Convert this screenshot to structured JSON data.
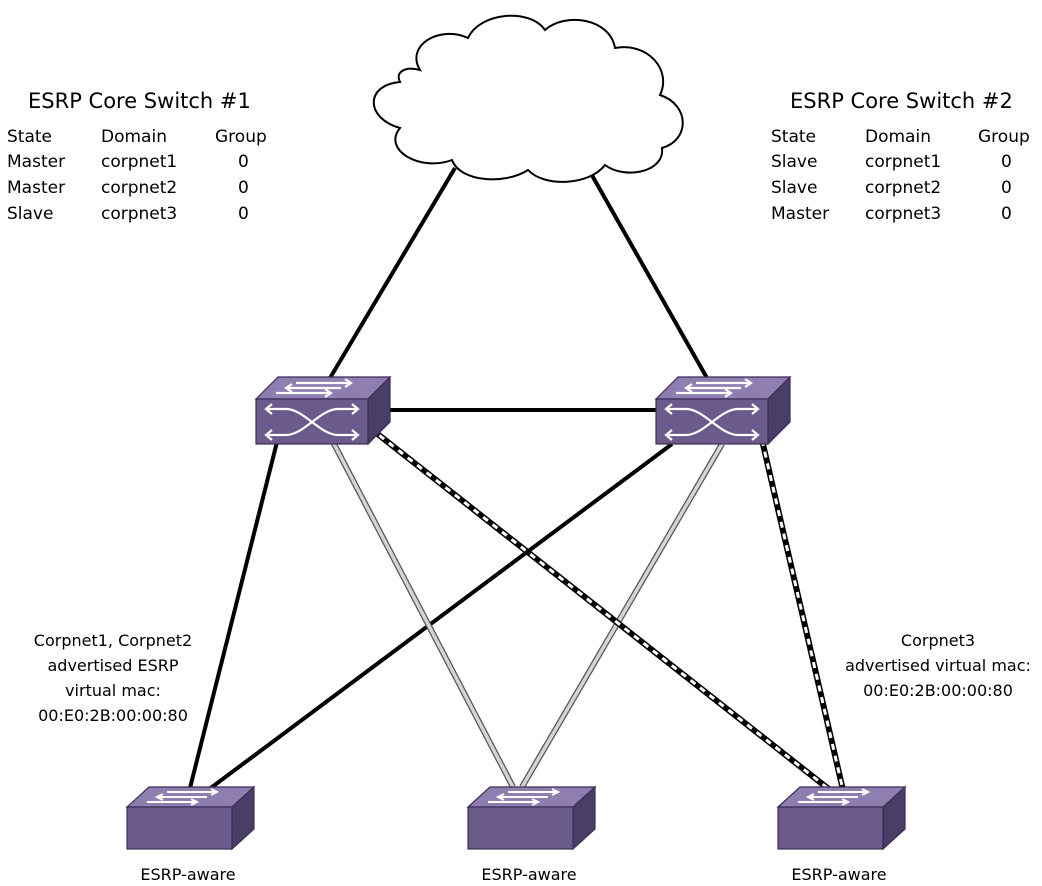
{
  "colors": {
    "switch_face": "#6b5a8c",
    "switch_top": "#8f7eb0",
    "switch_side": "#4a3d66",
    "link_solid": "#000000",
    "link_gray": "#c8c8c8",
    "cloud_fill": "#ffffff"
  },
  "icons": [
    "cloud-icon",
    "core-switch-icon",
    "edge-switch-icon"
  ],
  "core1": {
    "title": "ESRP Core Switch #1",
    "headers": [
      "State",
      "Domain",
      "Group"
    ],
    "rows": [
      [
        "Master",
        "corpnet1",
        "0"
      ],
      [
        "Master",
        "corpnet2",
        "0"
      ],
      [
        "Slave",
        "corpnet3",
        "0"
      ]
    ]
  },
  "core2": {
    "title": "ESRP Core Switch #2",
    "headers": [
      "State",
      "Domain",
      "Group"
    ],
    "rows": [
      [
        "Slave",
        "corpnet1",
        "0"
      ],
      [
        "Slave",
        "corpnet2",
        "0"
      ],
      [
        "Master",
        "corpnet3",
        "0"
      ]
    ]
  },
  "annotation_left": {
    "lines": [
      "Corpnet1, Corpnet2",
      "advertised ESRP",
      "virtual mac:",
      "00:E0:2B:00:00:80"
    ]
  },
  "annotation_right": {
    "lines": [
      "Corpnet3",
      "advertised virtual mac:",
      "00:E0:2B:00:00:80"
    ]
  },
  "edge_switches": {
    "left": "ESRP-aware",
    "middle": "ESRP-aware",
    "right": "ESRP-aware"
  }
}
